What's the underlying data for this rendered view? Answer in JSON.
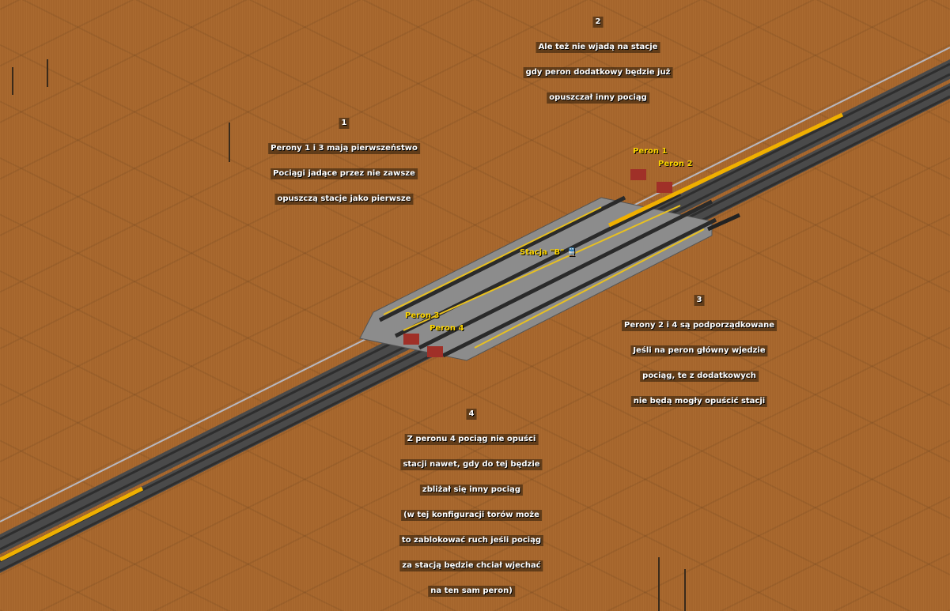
{
  "signs": {
    "s1": {
      "num": "1",
      "lines": [
        "Perony 1 i 3 mają pierwszeństwo",
        "Pociągi jadące przez nie zawsze",
        "opuszczą stacje jako pierwsze"
      ]
    },
    "s2": {
      "num": "2",
      "lines": [
        "Ale też nie wjadą na stacje",
        "gdy peron dodatkowy będzie już",
        "opuszczał inny pociąg"
      ]
    },
    "s3": {
      "num": "3",
      "lines": [
        "Perony 2 i 4 są podporządkowane",
        "Jeśli na peron główny wjedzie",
        "pociąg, te z dodatkowych",
        "nie będą mogły opuścić stacji"
      ]
    },
    "s4": {
      "num": "4",
      "lines": [
        "Z peronu 4 pociąg nie opuści",
        "stacji nawet, gdy do tej będzie",
        "zbliżał się inny pociąg",
        "(w tej konfiguracji torów może",
        "to zablokować ruch jeśli pociąg",
        "za stacją będzie chciał wjechać",
        "na ten sam peron)"
      ]
    }
  },
  "labels": {
    "peron1": "Peron 1",
    "peron2": "Peron 2",
    "peron3": "Peron 3",
    "peron4": "Peron 4",
    "station": "Stacja \"B\""
  },
  "colors": {
    "terrain": "#a5652c",
    "platform": "#8c8c8c",
    "rail": "#3a3a3a",
    "label": "#fcd400"
  }
}
